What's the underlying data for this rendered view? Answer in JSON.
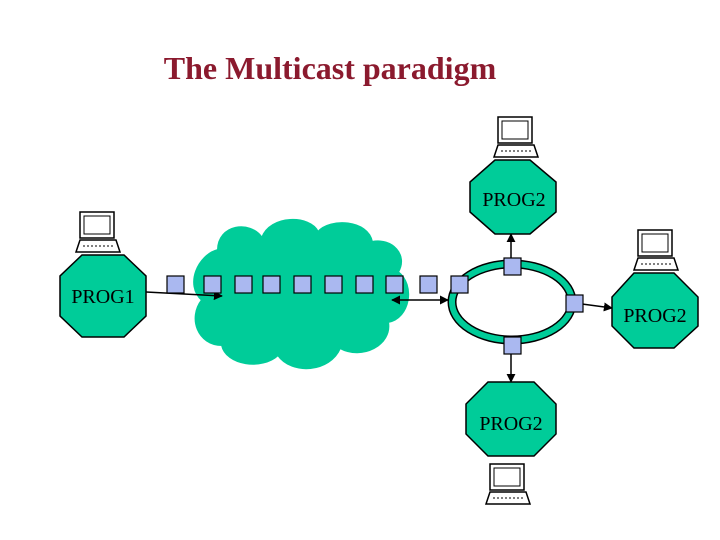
{
  "title": "The Multicast paradigm",
  "colors": {
    "title": "#8b1a2e",
    "octagon": "#00cc99",
    "cloud": "#00cc99",
    "ring": "#00cc99",
    "packet": "#aab8f0"
  },
  "nodes": {
    "sender": {
      "label": "PROG1"
    },
    "receiver_top": {
      "label": "PROG2"
    },
    "receiver_right": {
      "label": "PROG2"
    },
    "receiver_bottom": {
      "label": "PROG2"
    }
  },
  "icons": {
    "computer": "computer-icon",
    "packet": "packet-icon",
    "network_cloud": "network-cloud",
    "ring": "ring-network"
  }
}
